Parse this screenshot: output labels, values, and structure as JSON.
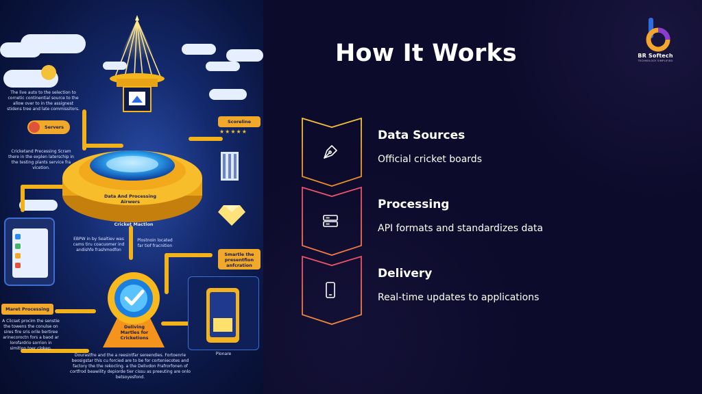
{
  "page": {
    "title": "How It Works"
  },
  "logo": {
    "brand": "BR Softech",
    "tagline": "TECHNOLOGY SIMPLIFIED"
  },
  "colors": {
    "background": "#0d0b2b",
    "step_1_border": "#f0b429",
    "step_2_border": "#e0527a",
    "step_3_border": "#ee7a3a",
    "logo_blue": "#2d6de0",
    "logo_orange": "#f4a52b",
    "logo_purple": "#8a3bd0"
  },
  "steps": [
    {
      "heading": "Data Sources",
      "description": "Official cricket boards",
      "icon": "pen-nib-icon"
    },
    {
      "heading": "Processing",
      "description": "API formats and standardizes data",
      "icon": "server-icon"
    },
    {
      "heading": "Delivery",
      "description": "Real-time updates to applications",
      "icon": "smartphone-icon"
    }
  ],
  "illustration": {
    "servers_label": "Servers",
    "scoreline_label": "Scoreline",
    "core_label": "Data And Processing Airwers",
    "core_caption": "Cricket Mactlon",
    "market_label": "Maret Processing",
    "pyramid_label": "Deliving Martles for Cricketions",
    "smartline_label": "Smartle the presentfion anfcration",
    "blurb_top": "The live auto to the selection to cornetic continential source to the allow over to in the assignest stidens tree and late commissitors.",
    "blurb_servers": "Cricketand Precessing Scram there in the explen laterschip in the testing plants service fra vicetion.",
    "blurb_middle": "EBPW in by Sealtiev was cams tiru coacuomer ind andishfe frashmodfon",
    "blurb_middle_right": "Plostnoin located far tiof fracnition",
    "blurb_bottom_left": "A Clicset procim the senstie the towens the conulse on sires fire sris orile bertiree arinecoroctn fors a baod ar lorofardrio sorrion in simition toer clokep.",
    "blurb_bottom": "Dourastfre and the a reesintfar sereendies. Fortoenrie beosigstar this cu forcied are to be for corteniecotes and factory the the rekocling. a the Delivdon Frafrorfonen of cortfrod beawility depiorde tier cissu as preeuting are onlo betsoyesfond.",
    "phone_caption": "Plonare"
  }
}
